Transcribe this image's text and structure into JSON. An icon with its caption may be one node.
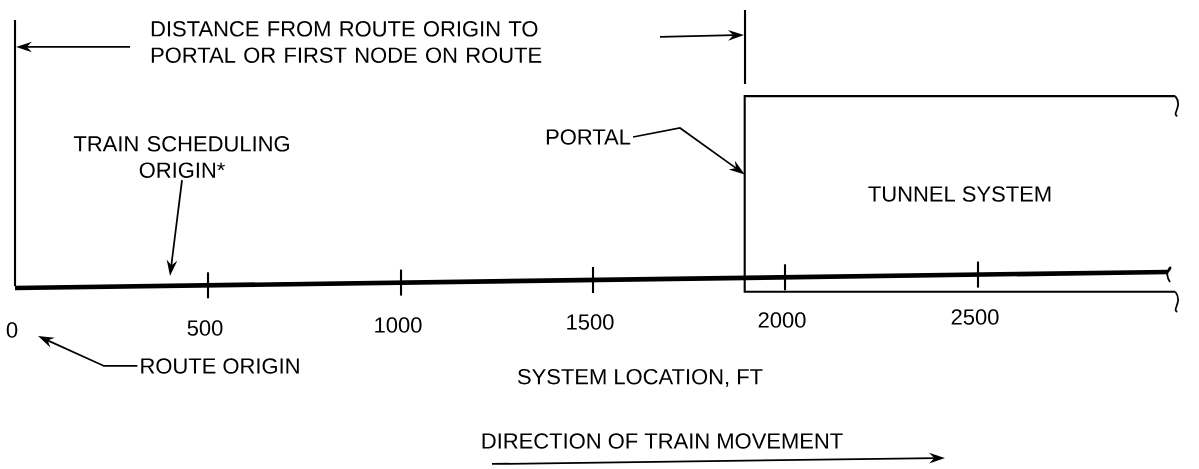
{
  "diagram": {
    "nodes": [
      {
        "text": [
          "TRAIN SCHEDULING ORIGIN*"
        ]
      },
      {
        "text": [
          "PORTAL"
        ]
      },
      {
        "text": [
          "TUNNEL SYSTEM"
        ]
      },
      {
        "text": [
          "ROUTE ORIGIN"
        ]
      }
    ],
    "edges": [
      {
        "from": 0,
        "to": null,
        "arrow": "to"
      },
      {
        "from": 1,
        "to": 2,
        "arrow": "to"
      },
      {
        "from": 3,
        "to": null,
        "arrow": "to"
      }
    ],
    "labels": [
      "DISTANCE FROM ROUTE ORIGIN TO PORTAL OR FIRST NODE ON ROUTE",
      "0",
      "500",
      "1000",
      "1500",
      "2000",
      "2500",
      "SYSTEM LOCATION, FT",
      "DIRECTION OF TRAIN MOVEMENT"
    ]
  }
}
